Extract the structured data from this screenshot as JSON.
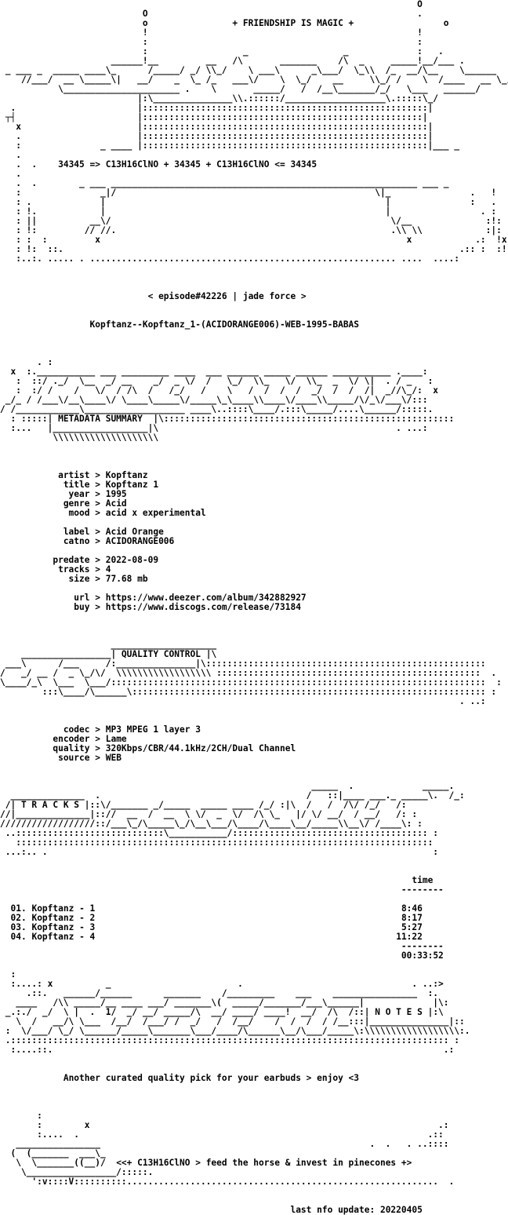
{
  "nfo": {
    "group_header_line": "+ FRIENDSHIP IS MAGIC +",
    "formula_line": "34345 => C13H16ClNO + 34345 + C13H16ClNO <= 34345",
    "episode_line": "< episode#42226 | jade force >",
    "release_name": "Kopftanz--Kopftanz_1-(ACIDORANGE006)-WEB-1995-BABAS",
    "sections": {
      "metadata_title": "METADATA SUMMARY",
      "quality_title": "QUALITY CONTROL",
      "tracks_title": "T R A C K S",
      "notes_title": "N O T E S"
    },
    "metadata": {
      "artist": "Kopftanz",
      "title": "Kopftanz 1",
      "year": "1995",
      "genre": "Acid",
      "mood": "acid x experimental",
      "label": "Acid Orange",
      "catno": "ACIDORANGE006",
      "predate": "2022-08-09",
      "tracks": "4",
      "size": "77.68 mb",
      "url": "https://www.deezer.com/album/342882927",
      "buy": "https://www.discogs.com/release/73184"
    },
    "quality": {
      "codec": "MP3 MPEG 1 layer 3",
      "encoder": "Lame",
      "quality": "320Kbps/CBR/44.1kHz/2CH/Dual Channel",
      "source": "WEB"
    },
    "tracklist": {
      "time_header": "time",
      "items": [
        {
          "no": "01.",
          "title": "Kopftanz - 1",
          "time": "8:46"
        },
        {
          "no": "02.",
          "title": "Kopftanz - 2",
          "time": "8:17"
        },
        {
          "no": "03.",
          "title": "Kopftanz - 3",
          "time": "5:27"
        },
        {
          "no": "04.",
          "title": "Kopftanz - 4",
          "time": "11:22"
        }
      ],
      "total": "00:33:52"
    },
    "notes_text": "Another curated quality pick for your earbuds > enjoy <3",
    "footer_line": "<<+ C13H16ClNO > feed the horse & invest in pinecones +>",
    "last_update": "last nfo update: 20220405"
  }
}
